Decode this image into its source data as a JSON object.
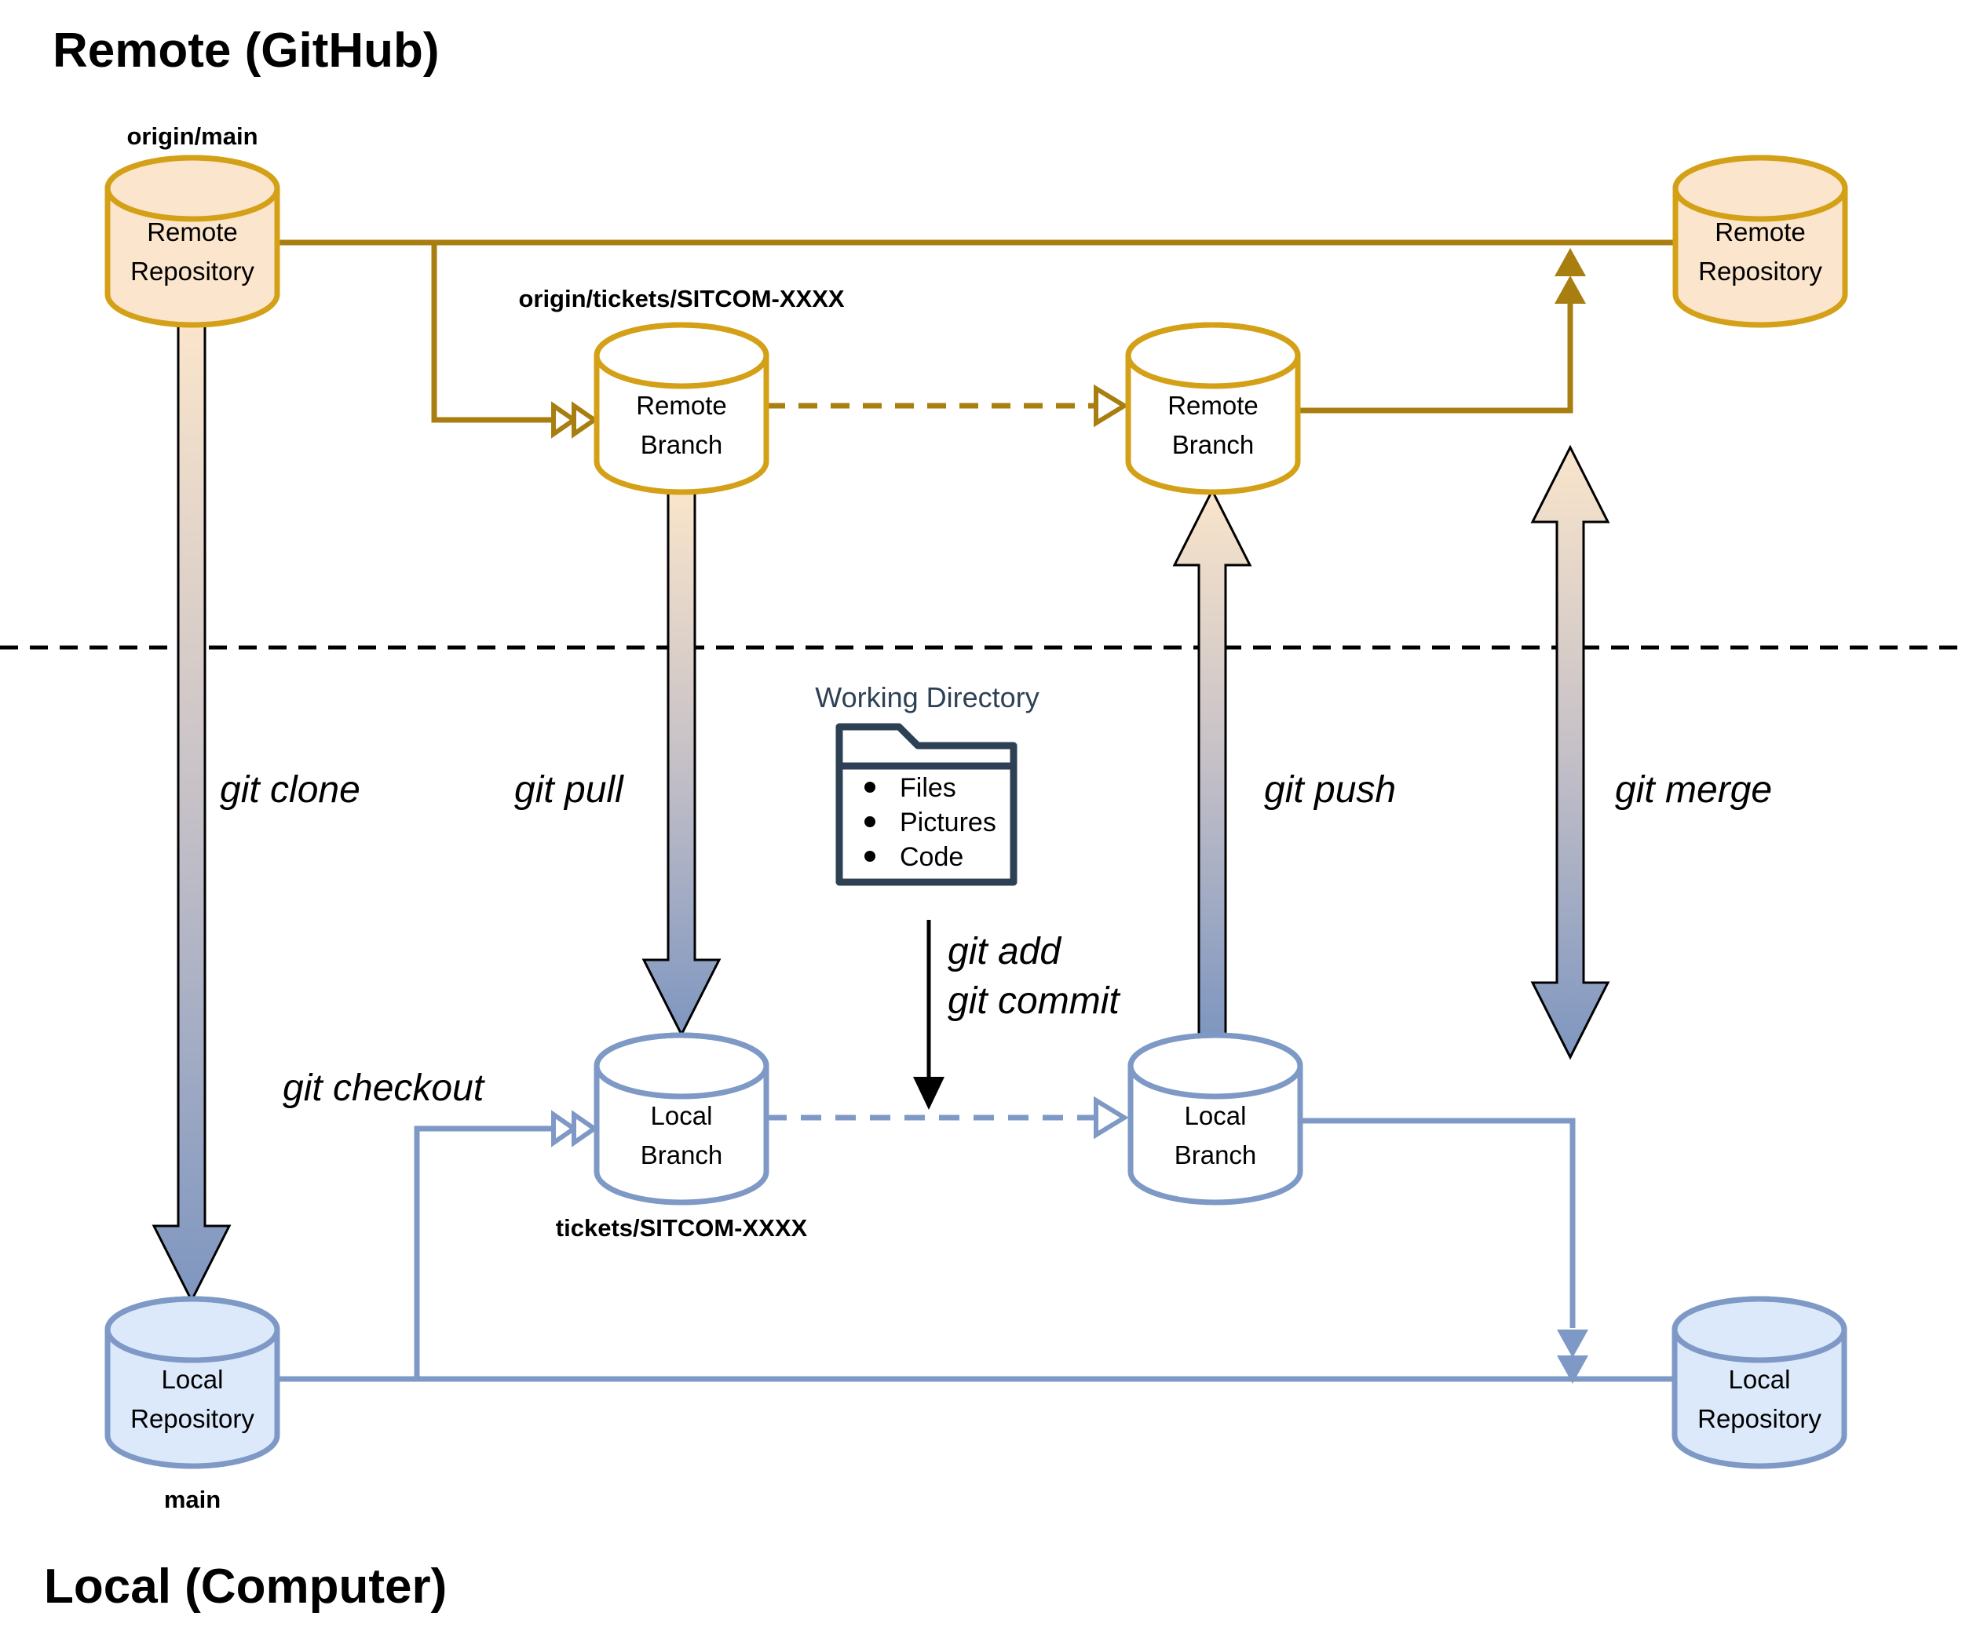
{
  "titles": {
    "remote": "Remote (GitHub)",
    "local": "Local (Computer)"
  },
  "nodes": {
    "remote_repo_left": {
      "line1": "Remote",
      "line2": "Repository"
    },
    "remote_repo_right": {
      "line1": "Remote",
      "line2": "Repository"
    },
    "remote_branch_left": {
      "line1": "Remote",
      "line2": "Branch"
    },
    "remote_branch_right": {
      "line1": "Remote",
      "line2": "Branch"
    },
    "local_branch_left": {
      "line1": "Local",
      "line2": "Branch"
    },
    "local_branch_right": {
      "line1": "Local",
      "line2": "Branch"
    },
    "local_repo_left": {
      "line1": "Local",
      "line2": "Repository"
    },
    "local_repo_right": {
      "line1": "Local",
      "line2": "Repository"
    }
  },
  "branch_labels": {
    "origin_main": "origin/main",
    "origin_ticket": "origin/tickets/SITCOM-XXXX",
    "ticket": "tickets/SITCOM-XXXX",
    "main": "main"
  },
  "commands": {
    "clone": "git clone",
    "pull": "git pull",
    "push": "git push",
    "merge": "git merge",
    "checkout": "git checkout",
    "add": "git add",
    "commit": "git commit"
  },
  "working_directory": {
    "title": "Working Directory",
    "items": [
      "Files",
      "Pictures",
      "Code"
    ]
  },
  "colors": {
    "remote_border": "#D4A017",
    "remote_connector": "#A87E10",
    "remote_fill": "#FBE5CC",
    "local_border": "#7E99C5",
    "local_fill": "#DCE9FB",
    "divider": "#000000",
    "folder": "#2E4154",
    "arrow_gradient_top": "#FAE5CB",
    "arrow_gradient_bottom": "#7E96C0"
  }
}
